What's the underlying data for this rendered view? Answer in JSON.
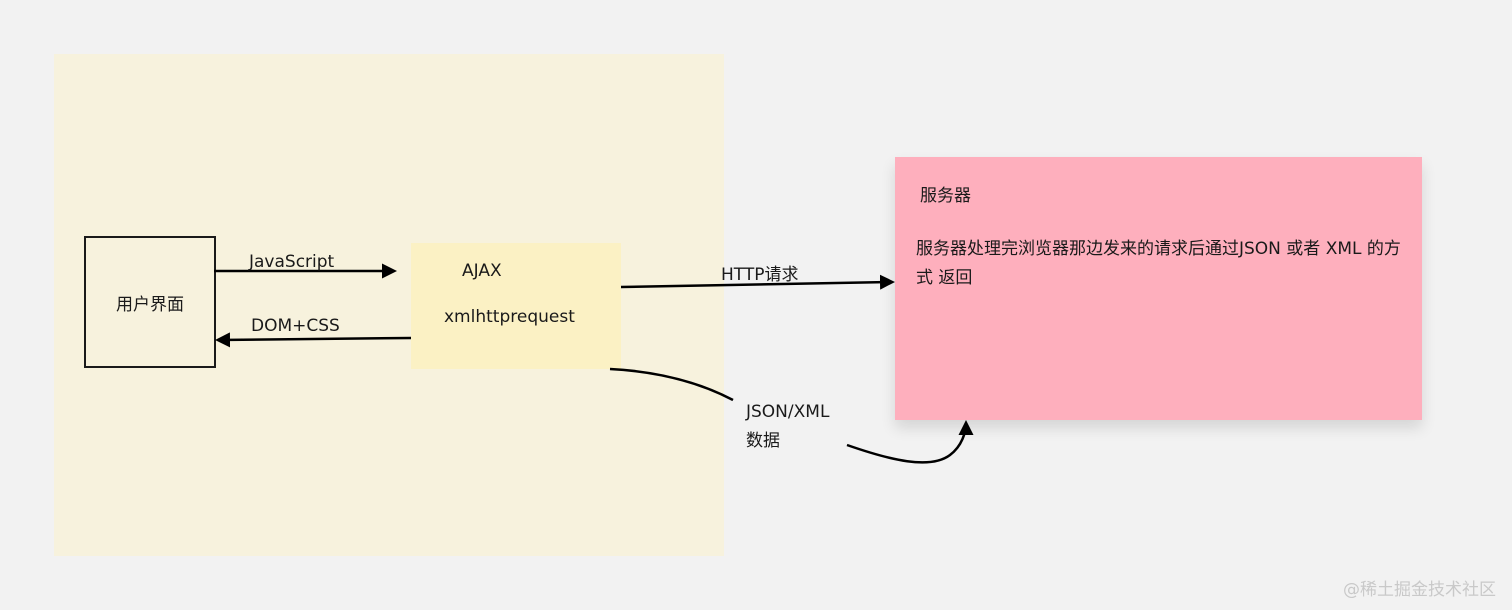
{
  "nodes": {
    "ui": {
      "label": "用户界面"
    },
    "ajax": {
      "title": "AJAX",
      "subtitle": "xmlhttprequest"
    },
    "server": {
      "title": "服务器",
      "description": "服务器处理完浏览器那边发来的请求后通过JSON 或者 XML 的方式 返回"
    }
  },
  "edges": {
    "javascript": "JavaScript",
    "dom_css": "DOM+CSS",
    "http": "HTTP请求",
    "json_xml_line1": "JSON/XML",
    "json_xml_line2": "数据"
  },
  "watermark": "@稀土掘金技术社区",
  "colors": {
    "background": "#f2f2f2",
    "client_panel": "#f7f2dd",
    "ajax_box": "#fbf1c4",
    "server_box": "#feafbd",
    "stroke": "#000000"
  }
}
